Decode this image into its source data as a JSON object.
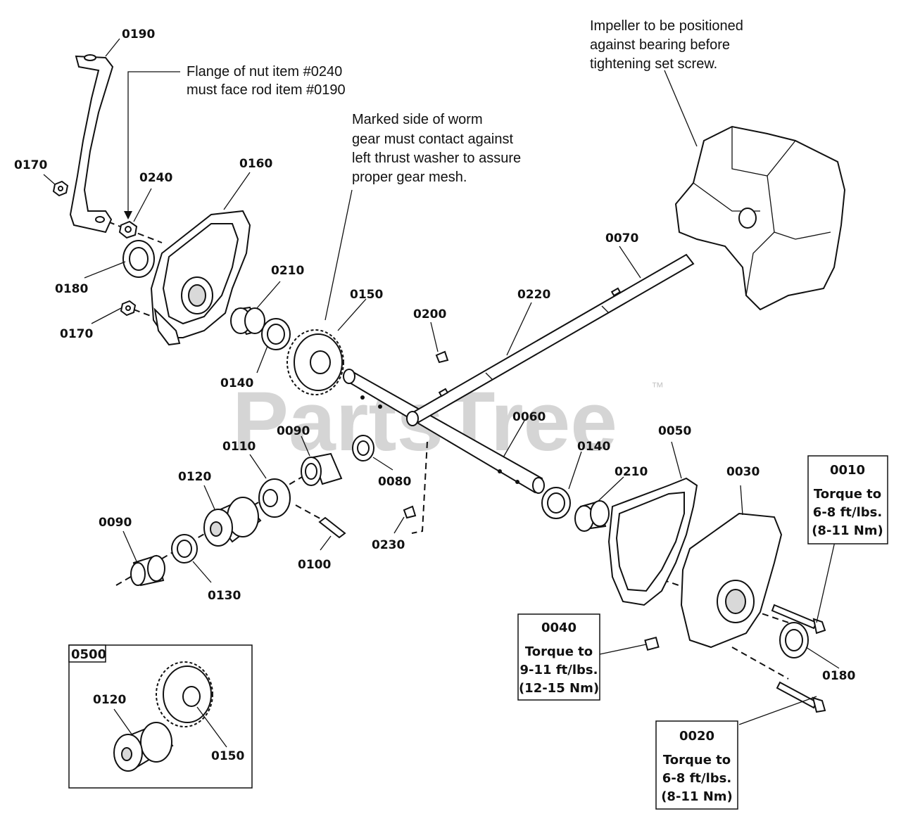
{
  "watermark": {
    "text": "PartsTree",
    "tm": "™"
  },
  "part_numbers": {
    "p0190": "0190",
    "p0170a": "0170",
    "p0240": "0240",
    "p0160": "0160",
    "p0180a": "0180",
    "p0170b": "0170",
    "p0210a": "0210",
    "p0140a": "0140",
    "p0150": "0150",
    "p0200": "0200",
    "p0220": "0220",
    "p0070": "0070",
    "p0060": "0060",
    "p0090a": "0090",
    "p0110": "0110",
    "p0120": "0120",
    "p0080": "0080",
    "p0090b": "0090",
    "p0130": "0130",
    "p0100": "0100",
    "p0230": "0230",
    "p0140b": "0140",
    "p0210b": "0210",
    "p0050": "0050",
    "p0030": "0030",
    "p0180b": "0180"
  },
  "notes": {
    "flange": [
      "Flange of nut item #0240",
      "must face rod item #0190"
    ],
    "worm": [
      "Marked side of worm",
      "gear must contact against",
      "left thrust washer to assure",
      "proper gear mesh."
    ],
    "impeller": [
      "Impeller to be positioned",
      "against bearing before",
      "tightening set screw."
    ]
  },
  "torque_boxes": {
    "b0010": {
      "part": "0010",
      "lines": [
        "Torque to",
        "6-8 ft/lbs.",
        "(8-11 Nm)"
      ]
    },
    "b0040": {
      "part": "0040",
      "lines": [
        "Torque to",
        "9-11 ft/lbs.",
        "(12-15 Nm)"
      ]
    },
    "b0020": {
      "part": "0020",
      "lines": [
        "Torque to",
        "6-8 ft/lbs.",
        "(8-11 Nm)"
      ]
    }
  },
  "kit": {
    "title": "0500",
    "p0120": "0120",
    "p0150": "0150"
  }
}
